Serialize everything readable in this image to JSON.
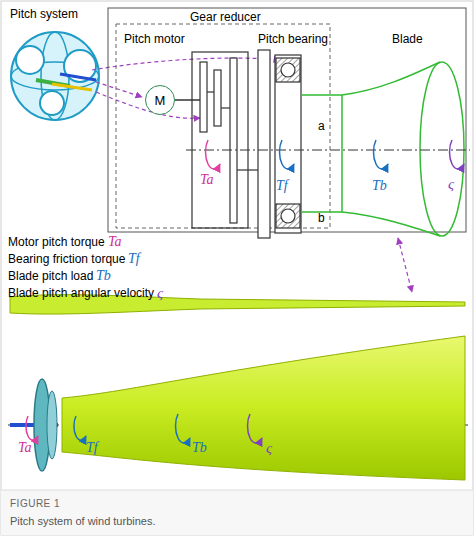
{
  "diagram": {
    "caption": "Pitch system of wind turbines.",
    "nodes": [
      {
        "text": [
          "M"
        ]
      }
    ],
    "labels": [
      "Pitch system",
      "Gear reducer",
      "Pitch motor",
      "Pitch bearing",
      "Blade",
      "a",
      "b",
      "Ta",
      "Tf",
      "Tb",
      "ς",
      "Motor pitch torque",
      "Ta",
      "Bearing friction torque",
      "Tf",
      "Blade pitch load",
      "Tb",
      "Blade pitch angular velocity",
      "ς",
      "Ta",
      "Tf",
      "Tb",
      "ς",
      "FIGURE 1"
    ]
  }
}
